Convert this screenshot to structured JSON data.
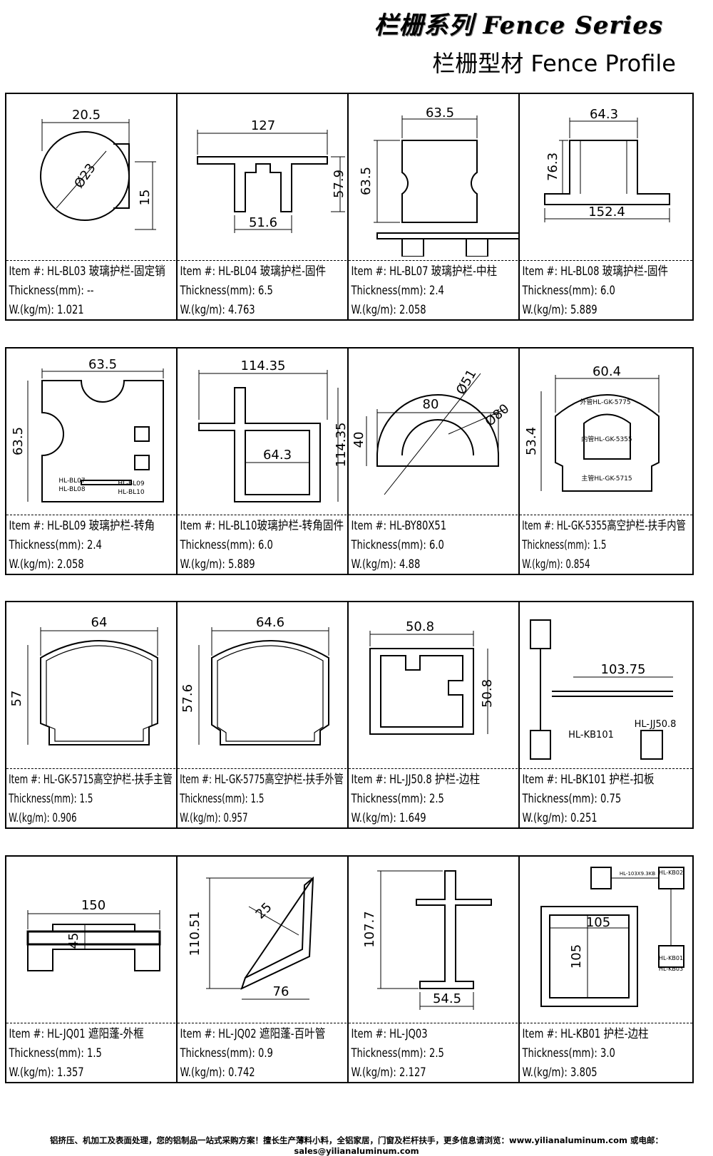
{
  "header": {
    "title": "栏栅系列 Fence Series",
    "subtitle": "栏栅型材 Fence Profile"
  },
  "labels": {
    "item": "Item #:",
    "thickness": "Thickness(mm):",
    "weight": "W.(kg/m):"
  },
  "items": [
    {
      "code": "HL-BL03 玻璃护栏-固定销",
      "thickness": "--",
      "weight": "1.021",
      "dims": [
        "20.5",
        "Ø23",
        "15"
      ]
    },
    {
      "code": "HL-BL04 玻璃护栏-固件",
      "thickness": "6.5",
      "weight": "4.763",
      "dims": [
        "127",
        "57.9",
        "51.6"
      ]
    },
    {
      "code": "HL-BL07 玻璃护栏-中柱",
      "thickness": "2.4",
      "weight": "2.058",
      "dims": [
        "63.5",
        "63.5"
      ]
    },
    {
      "code": "HL-BL08 玻璃护栏-固件",
      "thickness": "6.0",
      "weight": "5.889",
      "dims": [
        "64.3",
        "76.3",
        "152.4"
      ]
    },
    {
      "code": "HL-BL09 玻璃护栏-转角",
      "thickness": "2.4",
      "weight": "2.058",
      "dims": [
        "63.5",
        "63.5",
        "HL-BL07",
        "HL-BL08",
        "HL-BL09",
        "HL-BL10"
      ]
    },
    {
      "code": "HL-BL10玻璃护栏-转角固件",
      "thickness": "6.0",
      "weight": "5.889",
      "dims": [
        "114.35",
        "114.35",
        "64.3"
      ]
    },
    {
      "code": "HL-BY80X51",
      "thickness": "6.0",
      "weight": "4.88",
      "dims": [
        "80",
        "Ø51",
        "Ø80",
        "40"
      ]
    },
    {
      "code": "HL-GK-5355高空护栏-扶手内管",
      "thickness": "1.5",
      "weight": "0.854",
      "dims": [
        "60.4",
        "53.4",
        "外管HL-GK-5775",
        "内管HL-GK-5355",
        "主管HL-GK-5715"
      ]
    },
    {
      "code": "HL-GK-5715高空护栏-扶手主管",
      "thickness": "1.5",
      "weight": "0.906",
      "dims": [
        "64",
        "57"
      ],
      "compact": true
    },
    {
      "code": "HL-GK-5775高空护栏-扶手外管",
      "thickness": "1.5",
      "weight": "0.957",
      "dims": [
        "64.6",
        "57.6"
      ],
      "compact": true
    },
    {
      "code": "HL-JJ50.8 护栏-边柱",
      "thickness": "2.5",
      "weight": "1.649",
      "dims": [
        "50.8",
        "50.8"
      ]
    },
    {
      "code": "HL-BK101 护栏-扣板",
      "thickness": "0.75",
      "weight": "0.251",
      "dims": [
        "103.75",
        "HL-JJ50.8",
        "HL-KB101"
      ]
    },
    {
      "code": "HL-JQ01 遮阳蓬-外框",
      "thickness": "1.5",
      "weight": "1.357",
      "dims": [
        "150",
        "45"
      ]
    },
    {
      "code": "HL-JQ02 遮阳蓬-百叶管",
      "thickness": "0.9",
      "weight": "0.742",
      "dims": [
        "110.51",
        "25",
        "76"
      ]
    },
    {
      "code": "HL-JQ03",
      "thickness": "2.5",
      "weight": "2.127",
      "dims": [
        "107.7",
        "54.5"
      ]
    },
    {
      "code": "HL-KB01 护栏-边柱",
      "thickness": "3.0",
      "weight": "3.805",
      "dims": [
        "105",
        "105",
        "HL-103X9.3KB",
        "HL-KB02",
        "HL-KB01",
        "HL-KB03"
      ]
    }
  ],
  "footer": "铝挤压、机加工及表面处理，您的铝制品一站式采购方案！擅长生产薄料小料，全铝家居，门窗及栏杆扶手，更多信息请浏览：www.yilianaluminum.com 或电邮：sales@yilianaluminum.com"
}
